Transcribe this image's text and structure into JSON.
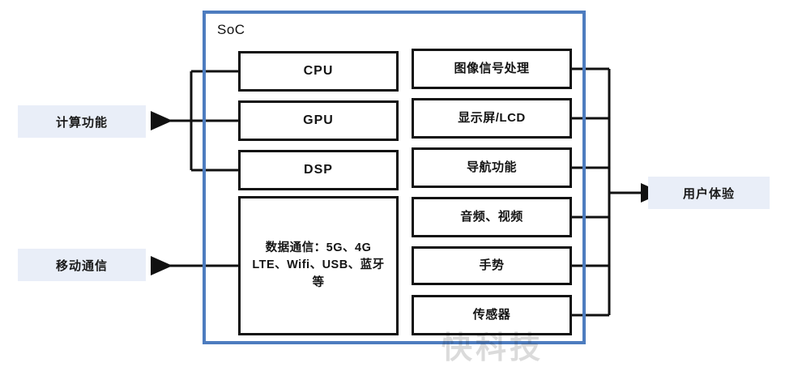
{
  "diagram": {
    "container": {
      "title": "SoC",
      "border_color": "#4d7cbf"
    },
    "label_bg_color": "#e9eef8",
    "line_color": "#111111",
    "side_labels": [
      {
        "id": "compute",
        "text": "计算功能",
        "side": "left"
      },
      {
        "id": "mobile",
        "text": "移动通信",
        "side": "left"
      },
      {
        "id": "ux",
        "text": "用户体验",
        "side": "right"
      }
    ],
    "left_column": [
      {
        "id": "cpu",
        "text": "CPU"
      },
      {
        "id": "gpu",
        "text": "GPU"
      },
      {
        "id": "dsp",
        "text": "DSP"
      },
      {
        "id": "data",
        "text": "数据通信：5G、4G LTE、Wifi、USB、蓝牙等"
      }
    ],
    "right_column": [
      {
        "id": "isp",
        "text": "图像信号处理"
      },
      {
        "id": "lcd",
        "text": "显示屏/LCD"
      },
      {
        "id": "nav",
        "text": "导航功能"
      },
      {
        "id": "av",
        "text": "音频、视频"
      },
      {
        "id": "gest",
        "text": "手势"
      },
      {
        "id": "sensor",
        "text": "传感器"
      }
    ],
    "watermark": "快科技"
  }
}
